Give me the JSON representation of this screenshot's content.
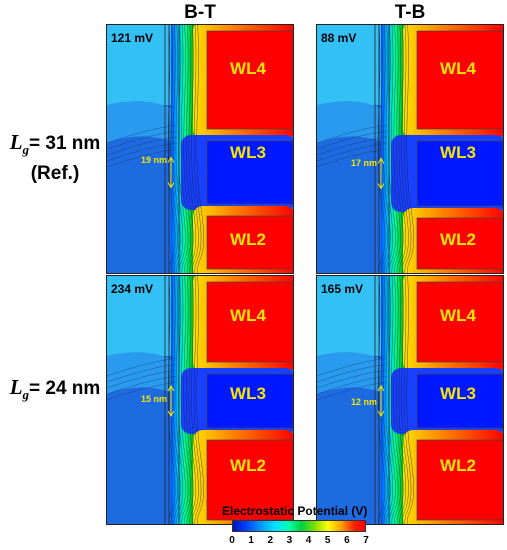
{
  "columns": {
    "left": "B-T",
    "right": "T-B"
  },
  "rows": {
    "top": {
      "symbol": "L",
      "subscript": "g",
      "value": "= 31 nm",
      "note": "(Ref.)"
    },
    "bottom": {
      "symbol": "L",
      "subscript": "g",
      "value": "= 24 nm"
    }
  },
  "panels": {
    "tl": {
      "voltage": "121 mV",
      "dimension": "19 nm",
      "wl_top": "WL4",
      "wl_mid": "WL3",
      "wl_bot": "WL2"
    },
    "tr": {
      "voltage": "88 mV",
      "dimension": "17 nm",
      "wl_top": "WL4",
      "wl_mid": "WL3",
      "wl_bot": "WL2"
    },
    "bl": {
      "voltage": "234 mV",
      "dimension": "15 nm",
      "wl_top": "WL4",
      "wl_mid": "WL3",
      "wl_bot": "WL2"
    },
    "br": {
      "voltage": "165 mV",
      "dimension": "12 nm",
      "wl_top": "WL4",
      "wl_mid": "WL3",
      "wl_bot": "WL2"
    }
  },
  "colorbar": {
    "title": "Electrostatic Potential (V)",
    "ticks": [
      "0",
      "1",
      "2",
      "3",
      "4",
      "5",
      "6",
      "7"
    ]
  },
  "colors": {
    "red": "#ff0000",
    "blue": "#0018ff",
    "yellow_label": "#f5e600"
  }
}
